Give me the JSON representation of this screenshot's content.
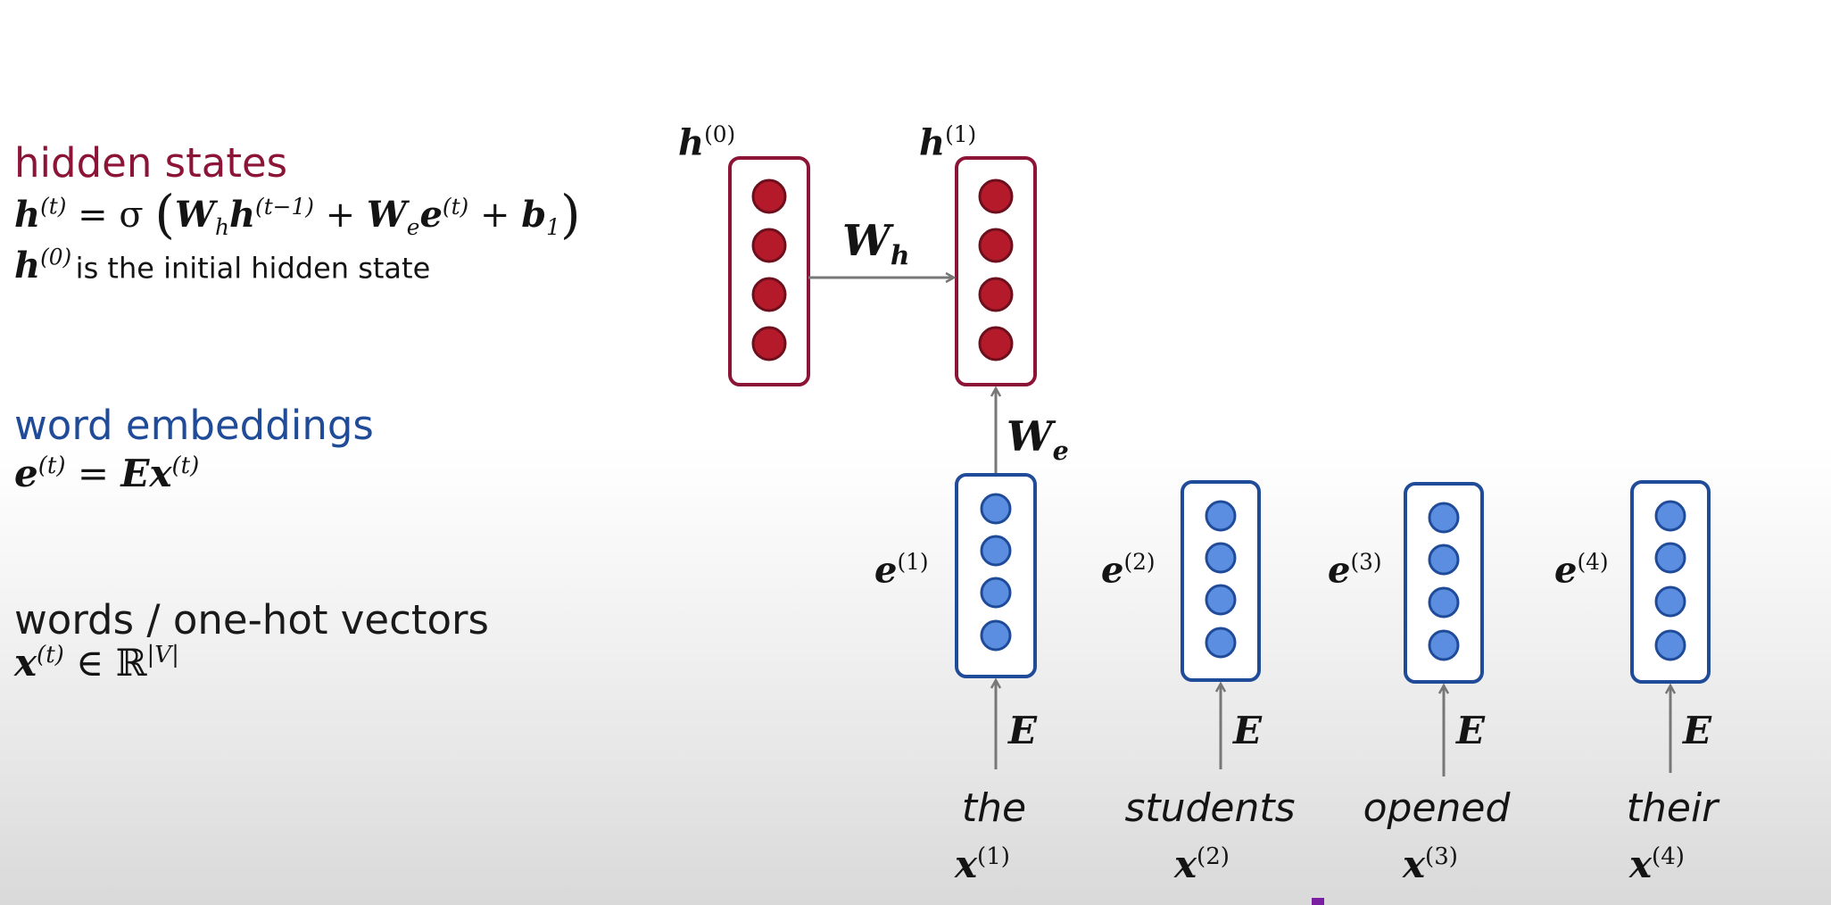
{
  "sections": {
    "hidden": {
      "heading": "hidden states",
      "eq_lhs": "h",
      "eq_lhs_sup": "(t)",
      "eq_eq": " = σ ",
      "eq_w_h": "W",
      "eq_w_h_sub": "h",
      "eq_h_prev": "h",
      "eq_h_prev_sup": "(t−1)",
      "eq_plus1": " + ",
      "eq_w_e": "W",
      "eq_w_e_sub": "e",
      "eq_e": "e",
      "eq_e_sup": "(t)",
      "eq_plus2": " + ",
      "eq_b": "b",
      "eq_b_sub": "1",
      "note_h": "h",
      "note_h_sup": "(0)",
      "note_text": "is the initial hidden state"
    },
    "embeddings": {
      "heading": "word embeddings",
      "eq_lhs": "e",
      "eq_lhs_sup": "(t)",
      "eq_eq": " = ",
      "eq_E": "E",
      "eq_x": "x",
      "eq_x_sup": "(t)"
    },
    "words": {
      "heading": "words / one-hot vectors",
      "eq_x": "x",
      "eq_x_sup": "(t)",
      "eq_in": " ∈ ",
      "eq_R": "ℝ",
      "eq_R_sup": "|V|"
    }
  },
  "diagram": {
    "hidden_labels": [
      {
        "sym": "h",
        "sup": "(0)"
      },
      {
        "sym": "h",
        "sup": "(1)"
      }
    ],
    "Wh_label": {
      "sym": "W",
      "sub": "h"
    },
    "We_label": {
      "sym": "W",
      "sub": "e"
    },
    "embedding_labels": [
      {
        "sym": "e",
        "sup": "(1)"
      },
      {
        "sym": "e",
        "sup": "(2)"
      },
      {
        "sym": "e",
        "sup": "(3)"
      },
      {
        "sym": "e",
        "sup": "(4)"
      }
    ],
    "E_label": "E",
    "words": [
      "the",
      "students",
      "opened",
      "their"
    ],
    "word_vectors": [
      {
        "sym": "x",
        "sup": "(1)"
      },
      {
        "sym": "x",
        "sup": "(2)"
      },
      {
        "sym": "x",
        "sup": "(3)"
      },
      {
        "sym": "x",
        "sup": "(4)"
      }
    ]
  },
  "colors": {
    "hidden_box": "#8c1537",
    "hidden_dot": "#b51a2b",
    "embed_box": "#1f4b99",
    "embed_dot": "#5b8ee0",
    "arrow": "#777777"
  }
}
